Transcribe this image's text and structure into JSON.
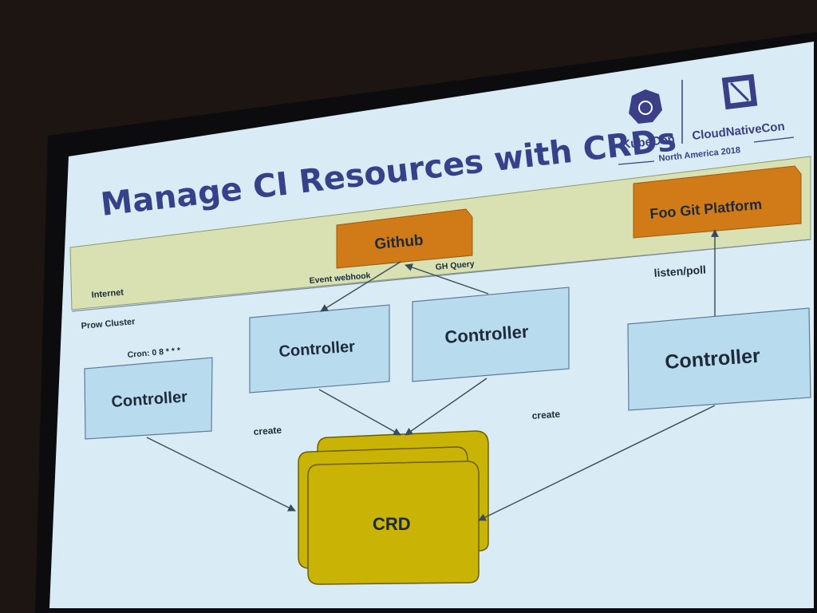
{
  "slide": {
    "title": "Manage CI Resources with CRDs",
    "logo": {
      "kubecon": "KubeCon",
      "cloudnativecon": "CloudNativeCon",
      "event": "North America 2018",
      "kubecon_icon": "helm-wheel-icon",
      "cncf_icon": "cncf-square-icon"
    },
    "zones": {
      "internet": "Internet",
      "cluster": "Prow Cluster"
    },
    "nodes": {
      "github": "Github",
      "foo_git": "Foo Git Platform",
      "controller_cron": "Controller",
      "controller_webhook": "Controller",
      "controller_query": "Controller",
      "controller_poll": "Controller",
      "crd": "CRD"
    },
    "edges": {
      "event_webhook": "Event webhook",
      "gh_query": "GH Query",
      "listen_poll": "listen/poll",
      "cron": "Cron: 0 8 * * *",
      "create_left": "create",
      "create_right": "create"
    }
  },
  "colors": {
    "slide_bg": "#d7ebf4",
    "internet_band": "#d9e1b4",
    "controller_fill": "#b9dbee",
    "controller_stroke": "#5d7c98",
    "orange_node": "#d07a16",
    "crd_fill": "#c9b405",
    "title": "#35428a"
  }
}
